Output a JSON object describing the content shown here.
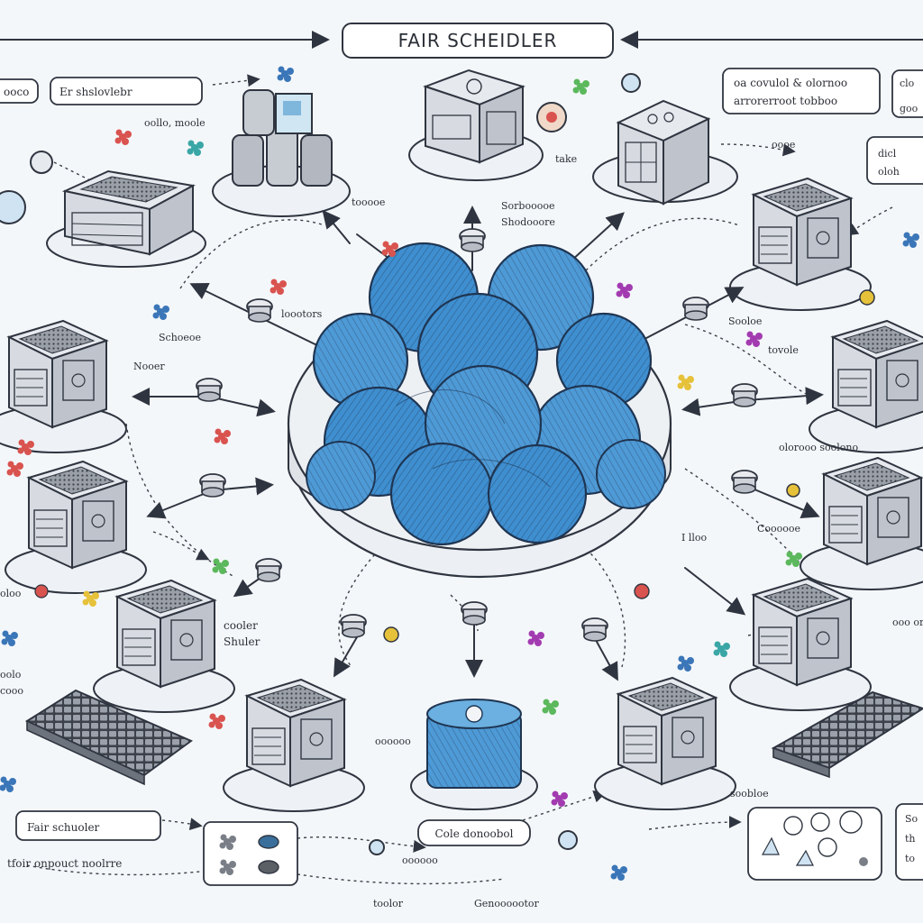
{
  "diagram": {
    "title": "FAIR SCHEIDLER",
    "top_left_tag": "ooco",
    "top_left_label": "Er shslovlebr",
    "top_right_box": [
      "oa covulol & olornoo",
      "arrorerroot tobboo"
    ],
    "right_partial_top": [
      "clo",
      "goo"
    ],
    "right_partial_mid": [
      "dicl",
      "oloh"
    ],
    "labels": {
      "oollo_moole": "oollo, moole",
      "take": "take",
      "oooe": "oooe",
      "sorbocoe": "Sorbooooe",
      "shodooore": "Shodooore",
      "toocoe": "tooooe",
      "looctors": "loootors",
      "schoeoe": "Schoeoe",
      "nooer": "Nooer",
      "soobloe": "Sooloe",
      "tovole": "tovole",
      "aloroto_soolono": "olorooo soolono",
      "cosoloe": "Coooooe",
      "lloo": "I lloo",
      "coooler_shuler": [
        "cooler",
        "Shuler"
      ],
      "soloo": "oloo",
      "oolo": "oolo",
      "cooo": "cooo",
      "cole_donoobol": "Cole donoobol",
      "soobloe_b": "soobloe",
      "sooorooo": "oooooo",
      "tooloe": "toolor",
      "genoooootor": "Genoooootor",
      "ooo_oroooooroe": "ooo oroooooroe"
    },
    "bottom_left_box": "Fair schuoler",
    "bottom_left_label": "tfoir onpouct noolrre",
    "bottom_right_partial": [
      "So",
      "th",
      "to"
    ],
    "center_node": "yarn-ball-scheduler-core",
    "palette": {
      "yarn": "#3f8fd0",
      "ink": "#2f3540",
      "paper": "#f4f7fa",
      "accent_red": "#d9534f",
      "accent_green": "#5cb85c",
      "accent_teal": "#3aa6a6",
      "accent_yellow": "#e6c13a"
    }
  }
}
